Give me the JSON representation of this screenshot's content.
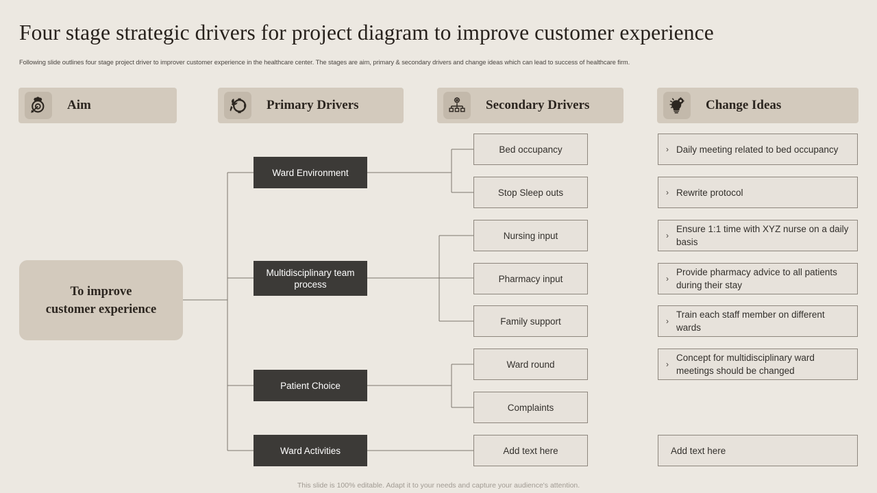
{
  "header": {
    "title": "Four stage strategic drivers for project diagram to improve customer experience",
    "subtitle": "Following slide outlines four stage project driver to improver customer experience in the healthcare center. The stages are aim, primary & secondary drivers and change ideas which can lead to success of healthcare firm."
  },
  "columns": [
    {
      "label": "Aim",
      "icon": "target-arrow-icon"
    },
    {
      "label": "Primary Drivers",
      "icon": "wrench-gear-icon"
    },
    {
      "label": "Secondary Drivers",
      "icon": "hierarchy-gear-icon"
    },
    {
      "label": "Change Ideas",
      "icon": "lightbulb-gear-icon"
    }
  ],
  "aim": {
    "line1": "To improve",
    "line2": "customer experience"
  },
  "primary_drivers": [
    {
      "label": "Ward Environment"
    },
    {
      "label": "Multidisciplinary team process"
    },
    {
      "label": "Patient Choice"
    },
    {
      "label": "Ward Activities"
    }
  ],
  "secondary_drivers": [
    {
      "label": "Bed occupancy"
    },
    {
      "label": "Stop Sleep outs"
    },
    {
      "label": "Nursing input"
    },
    {
      "label": "Pharmacy input"
    },
    {
      "label": "Family support"
    },
    {
      "label": "Ward round"
    },
    {
      "label": "Complaints"
    },
    {
      "label": "Add text here"
    }
  ],
  "change_ideas": [
    {
      "bullet": "›",
      "label": "Daily meeting related to bed occupancy"
    },
    {
      "bullet": "›",
      "label": "Rewrite protocol"
    },
    {
      "bullet": "›",
      "label": "Ensure 1:1 time with XYZ nurse on a daily basis"
    },
    {
      "bullet": "›",
      "label": "Provide pharmacy advice to all patients during their stay"
    },
    {
      "bullet": "›",
      "label": "Train each staff member on different wards"
    },
    {
      "bullet": "›",
      "label": "Concept for multidisciplinary ward meetings should be changed"
    },
    {
      "bullet": "",
      "label": "Add text here"
    }
  ],
  "footer": {
    "note": "This slide is 100% editable. Adapt it to your needs and capture your audience's attention."
  },
  "colors": {
    "background": "#ece8e1",
    "header_bar": "#d3cabd",
    "icon_chip": "#c3b9ab",
    "primary_box": "#3c3a37",
    "secondary_box": "#e7e2db",
    "border": "#8d867d",
    "title_text": "#27211c",
    "footer_text": "#a09a92"
  }
}
